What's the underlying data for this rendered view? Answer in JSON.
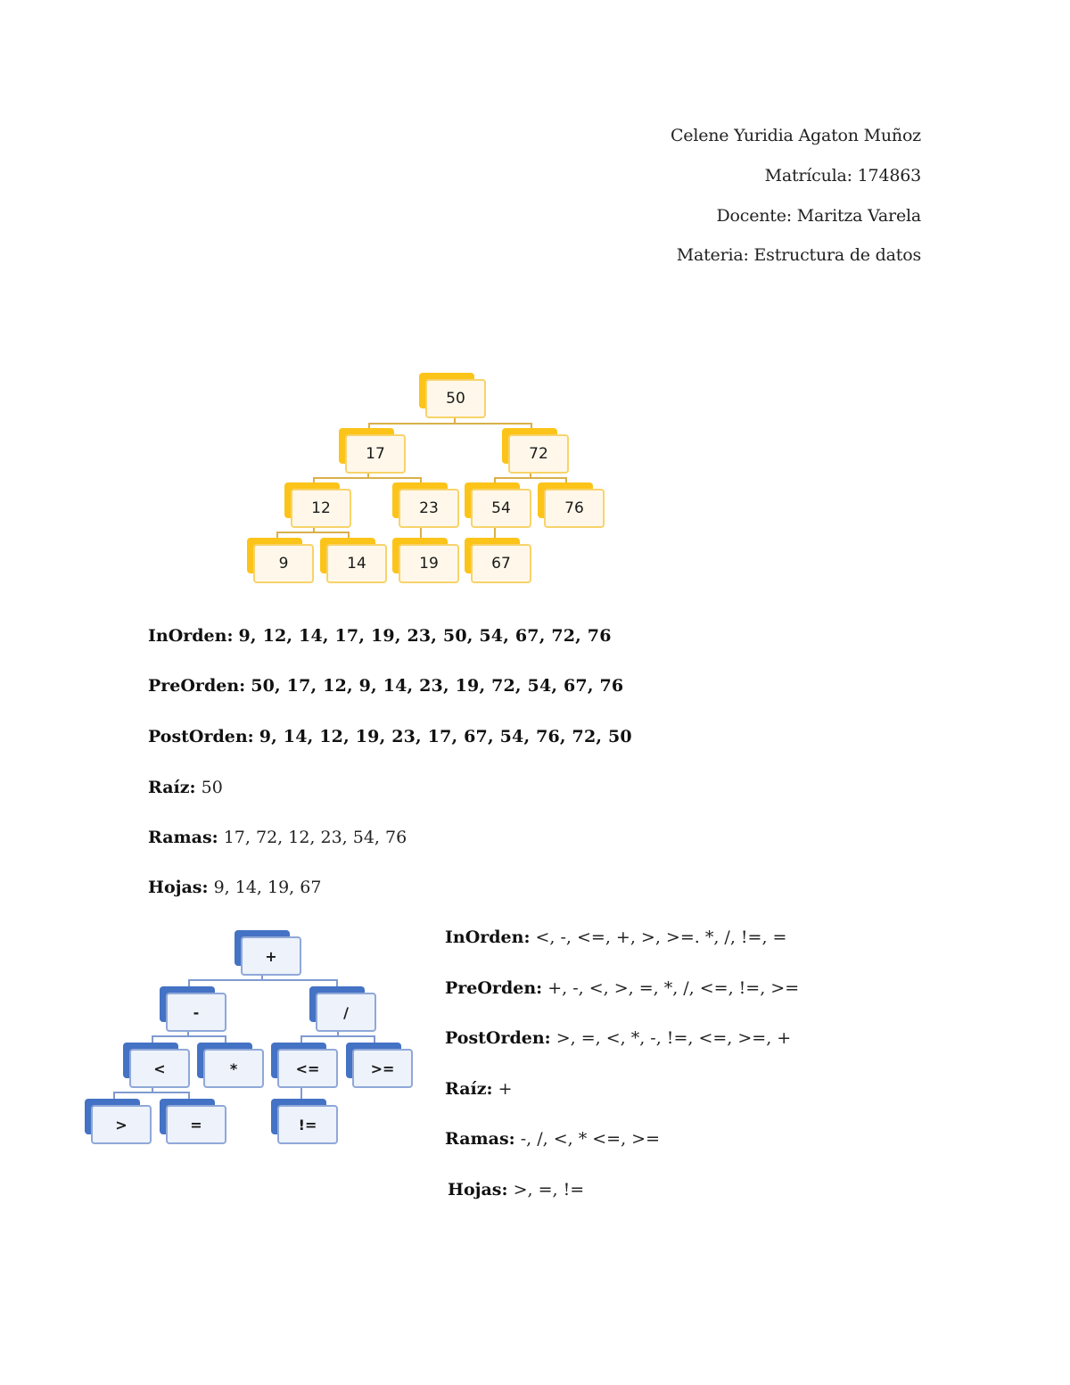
{
  "header": {
    "name": "Celene Yuridia Agaton Muñoz",
    "matricula": "Matrícula: 174863",
    "docente": "Docente: Maritza Varela",
    "materia": "Materia: Estructura de datos"
  },
  "tree1": {
    "nodes": {
      "n50": "50",
      "n17": "17",
      "n72": "72",
      "n12": "12",
      "n23": "23",
      "n54": "54",
      "n76": "76",
      "n9": "9",
      "n14": "14",
      "n19": "19",
      "n67": "67"
    },
    "colors": {
      "back": "#fcc419",
      "front": "#fff8ea",
      "border": "#f8d36a",
      "line": "#d9b04a"
    }
  },
  "tree1_info": {
    "inorden": {
      "label": "InOrden:",
      "value": "9, 12, 14, 17, 19, 23, 50, 54, 67, 72, 76"
    },
    "preorden": {
      "label": "PreOrden:",
      "value": "50, 17, 12, 9, 14, 23, 19, 72, 54, 67, 76"
    },
    "postorden": {
      "label": "PostOrden:",
      "value": "9, 14, 12, 19, 23, 17, 67, 54, 76, 72, 50"
    },
    "raiz": {
      "label": "Raíz:",
      "value": "50"
    },
    "ramas": {
      "label": "Ramas:",
      "value": "17, 72, 12, 23, 54, 76"
    },
    "hojas": {
      "label": "Hojas:",
      "value": "9, 14, 19, 67"
    }
  },
  "tree2": {
    "nodes": {
      "plus": "+",
      "minus": "-",
      "slash": "/",
      "lt": "<",
      "star": "*",
      "le": "<=",
      "ge": ">=",
      "gt": ">",
      "eq": "=",
      "ne": "!="
    },
    "colors": {
      "back": "#4472c4",
      "front": "#edf2fb",
      "border": "#8fa8d8",
      "line": "#7f9bcf"
    }
  },
  "tree2_info": {
    "inorden": {
      "label": "InOrden:",
      "value": "<, -, <=, +, >, >=. *, /, !=, ="
    },
    "preorden": {
      "label": "PreOrden:",
      "value": "+, -, <, >, =, *, /, <=, !=, >="
    },
    "postorden": {
      "label": "PostOrden:",
      "value": ">, =, <, *, -, !=, <=, >=, +"
    },
    "raiz": {
      "label": "Raíz:",
      "value": "+"
    },
    "ramas": {
      "label": "Ramas:",
      "value": "-, /, <, * <=, >="
    },
    "hojas": {
      "label": "Hojas:",
      "value": ">, =, !="
    }
  }
}
